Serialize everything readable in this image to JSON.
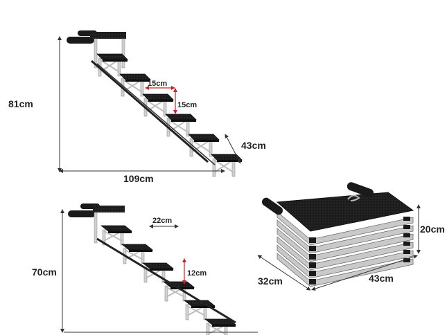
{
  "large_stairs": {
    "height_label": "81cm",
    "length_label": "109cm",
    "width_label": "43cm",
    "step_depth_label": "15cm",
    "step_rise_label": "15cm"
  },
  "small_stairs": {
    "height_label": "70cm",
    "step_depth_label": "22cm",
    "step_rise_label": "12cm"
  },
  "folded": {
    "height_label": "20cm",
    "depth_label": "32cm",
    "width_label": "43cm"
  },
  "colors": {
    "tread": "#1b1b1b",
    "frame": "#d9d9d9",
    "accent_arrow": "#cc2222",
    "dimension_line": "#333333"
  }
}
